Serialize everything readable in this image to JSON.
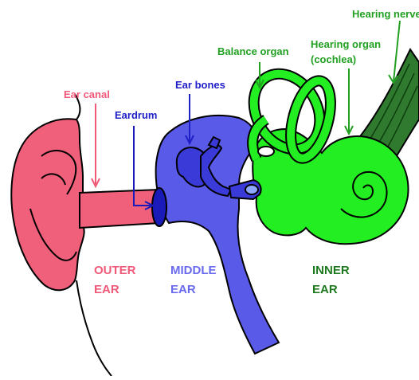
{
  "labels": {
    "hearing_nerve": "Hearing nerve",
    "balance_organ": "Balance organ",
    "hearing_organ": "Hearing organ",
    "cochlea": "(cochlea)",
    "ear_canal": "Ear canal",
    "ear_bones": "Ear bones",
    "eardrum": "Eardrum"
  },
  "zones": {
    "outer": [
      "OUTER",
      "EAR"
    ],
    "middle": [
      "MIDDLE",
      "EAR"
    ],
    "inner": [
      "INNER",
      "EAR"
    ]
  },
  "colors": {
    "outer": "#f0607a",
    "outer_label": "#f05a78",
    "middle": "#5a5ae8",
    "middle_label": "#2020c8",
    "middle_zone": "#6a6af0",
    "inner": "#22ee22",
    "inner_label": "#22a022",
    "inner_zone": "#1e7a1e",
    "nerve": "#2f7a2f",
    "outline": "#000000"
  }
}
